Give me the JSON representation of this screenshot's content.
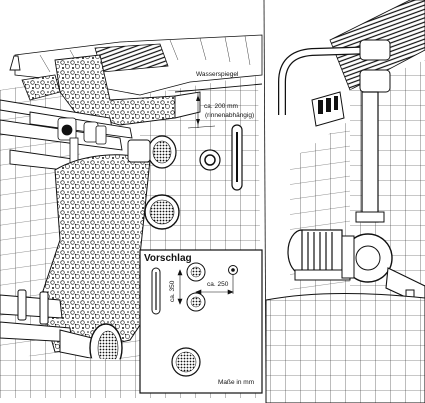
{
  "labels": {
    "water_level": "Wasserspiegel",
    "distance": "ca. 200 mm",
    "distance_note": "(rinnenabhängig)",
    "proposal_title": "Vorschlag",
    "vertical_distance": "ca. 350",
    "horizontal_distance": "ca. 250",
    "units_note": "Maße in mm"
  }
}
